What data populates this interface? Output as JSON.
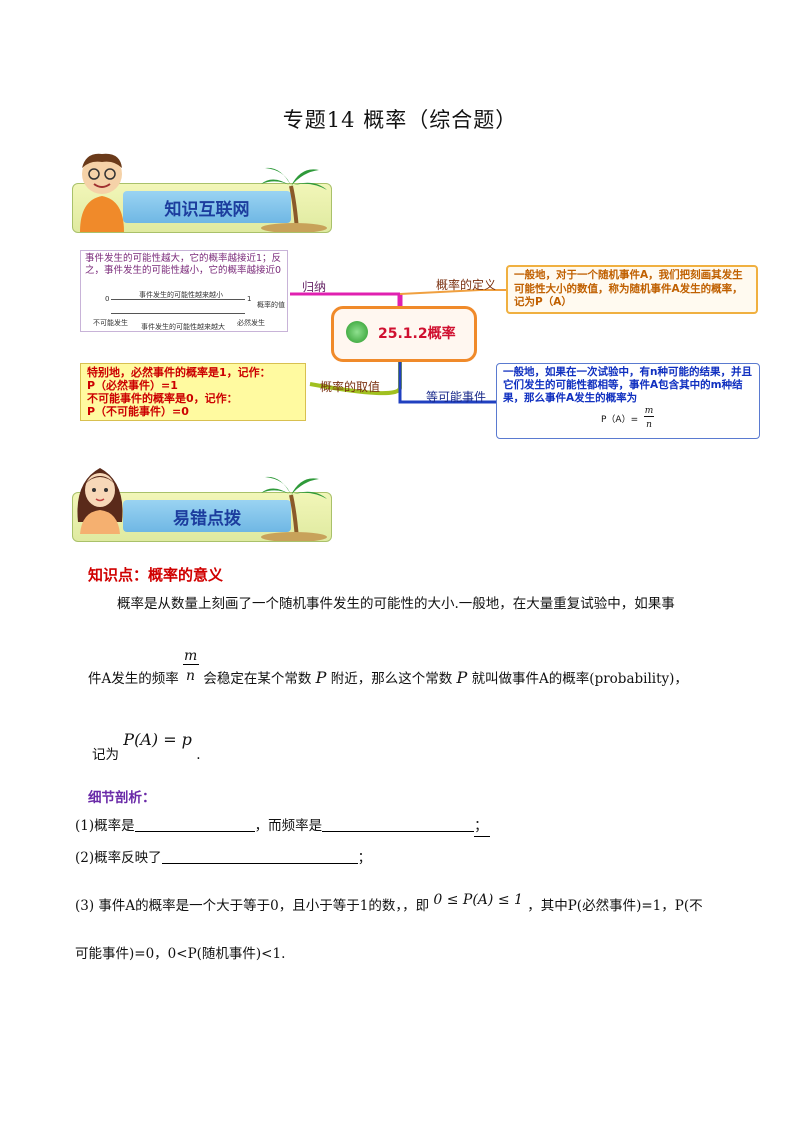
{
  "title": "专题14 概率（综合题）",
  "banner1": {
    "label": "知识互联网"
  },
  "banner2": {
    "label": "易错点拨"
  },
  "mindmap": {
    "center": "25.1.2概率",
    "left_top_text": "事件发生的可能性越大，它的概率越接近1；反之，事件发生的可能性越小，它的概率越接近0",
    "scale_top": "事件发生的可能性越来越小",
    "scale_left": "0",
    "scale_right": "1",
    "scale_right_label": "概率的值",
    "scale_bottom_left": "不可能发生",
    "scale_bottom_mid": "事件发生的可能性越来越大",
    "scale_bottom_right": "必然发生",
    "branch_guina": "归纳",
    "branch_def": "概率的定义",
    "def_text": "一般地，对于一个随机事件A，我们把刻画其发生可能性大小的数值，称为随机事件A发生的概率，记为P（A）",
    "branch_values": "概率的取值",
    "values_lines": [
      "特别地，必然事件的概率是1，记作：",
      "P（必然事件）=1",
      "不可能事件的概率是0，记作：",
      "P（不可能事件）=0"
    ],
    "branch_equal": "等可能事件",
    "equal_text": "一般地，如果在一次试验中，有n种可能的结果，并且它们发生的可能性都相等，事件A包含其中的m种结果，那么事件A发生的概率为",
    "equal_formula_left": "P（A）=",
    "equal_formula_num": "m",
    "equal_formula_den": "n"
  },
  "section": {
    "heading": "知识点：概率的意义",
    "para1": "概率是从数量上刻画了一个随机事件发生的可能性的大小.一般地，在大量重复试验中，如果事",
    "para2_a": "件A发生的频率",
    "frac_num": "m",
    "frac_den": "n",
    "para2_b": "会稳定在某个常数",
    "p_sym": "P",
    "para2_c": "附近，那么这个常数",
    "para2_d": "就叫做事件A的概率(probability)，",
    "para3_a": "记为",
    "para3_formula": "P(A) = p",
    "para3_end": ".",
    "analysis_head": "细节剖析：",
    "item1_a": "(1)概率是",
    "item1_b": "，而频率是",
    "item1_c": "；",
    "item2_a": "(2)概率反映了",
    "item2_b": "；",
    "item3_a": "(3)  事件A的概率是一个大于等于0，且小于等于1的数，，即",
    "item3_formula": "0 ≤ P(A) ≤ 1",
    "item3_b": "，其中P(必然事件)=1，P(不",
    "item3_c": "可能事件)=0，0<P(随机事件)<1."
  }
}
